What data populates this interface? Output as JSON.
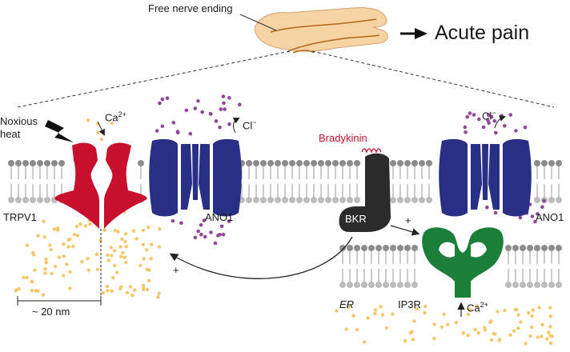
{
  "header": {
    "free_nerve_ending": "Free nerve ending",
    "acute_pain": "Acute pain"
  },
  "labels": {
    "noxious_heat": "Noxious heat",
    "ca_left": "Ca",
    "ca_left_sup": "2+",
    "cl_left": "Cl",
    "cl_left_sup": "−",
    "trpv1": "TRPV1",
    "ano1_left": "ANO1",
    "bradykinin": "Bradykinin",
    "bkr": "BKR",
    "plus_bkr": "+",
    "plus_feedback": "+",
    "cl_right": "Cl",
    "cl_right_sup": "−",
    "ano1_right": "ANO1",
    "ip3r": "IP3R",
    "er": "ER",
    "ca_right": "Ca",
    "ca_right_sup": "2+",
    "scale": "~ 20 nm"
  },
  "colors": {
    "trpv1": "#c8102e",
    "ano1": "#2a2f86",
    "bkr": "#2b2b2b",
    "ip3r": "#1b7f3a",
    "calcium": "#f6c66b",
    "chloride": "#93479a",
    "lipid_head": "#8c8c8c",
    "hand": "#f5d3a3"
  }
}
